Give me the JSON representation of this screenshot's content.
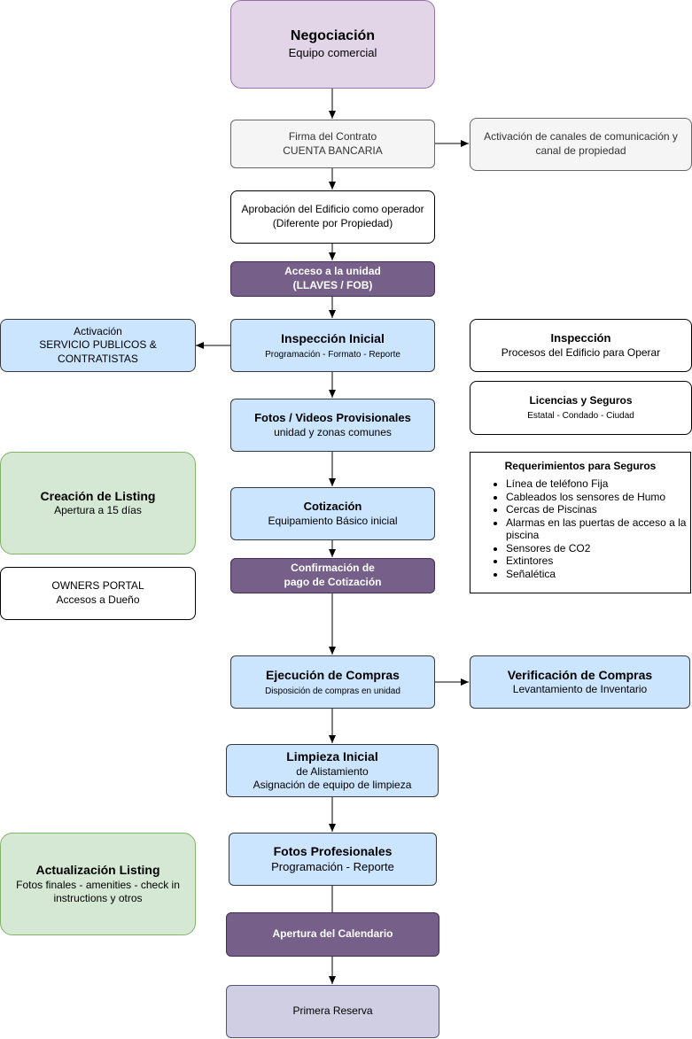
{
  "nodes": {
    "negociacion": {
      "title": "Negociación",
      "sub": "Equipo comercial"
    },
    "firma": {
      "line1": "Firma del Contrato",
      "line2": "CUENTA BANCARIA"
    },
    "activacion_canales": {
      "text": "Activación de canales de comunicación y canal de propiedad"
    },
    "aprobacion": {
      "line1": "Aprobación del Edificio como operador",
      "line2": "(Diferente por Propiedad)"
    },
    "acceso": {
      "line1": "Acceso a la unidad",
      "line2": "(LLAVES / FOB)"
    },
    "activacion_servicios": {
      "line1": "Activación",
      "line2": "SERVICIO PUBLICOS &",
      "line3": "CONTRATISTAS"
    },
    "inspeccion_inicial": {
      "title": "Inspección Inicial",
      "sub": "Programación - Formato - Reporte"
    },
    "inspeccion": {
      "title": "Inspección",
      "sub": "Procesos del Edificio para Operar"
    },
    "licencias": {
      "title": "Licencias y Seguros",
      "sub": "Estatal - Condado - Ciudad"
    },
    "fotos_provisionales": {
      "title": "Fotos / Videos Provisionales",
      "sub": "unidad y zonas comunes"
    },
    "creacion_listing": {
      "title": "Creación de Listing",
      "sub": "Apertura a 15 días"
    },
    "requerimientos": {
      "title": "Requerimientos para Seguros",
      "items": [
        "Línea de teléfono Fija",
        "Cableados los sensores de Humo",
        "Cercas de Piscinas",
        "Alarmas en las puertas de acceso a la piscina",
        "Sensores de CO2",
        "Extintores",
        "Señalética"
      ]
    },
    "cotizacion": {
      "title": "Cotización",
      "sub": "Equipamiento Básico inicial"
    },
    "confirmacion": {
      "line1": "Confirmación de",
      "line2": "pago de Cotización"
    },
    "owners_portal": {
      "line1": "OWNERS PORTAL",
      "line2": "Accesos a Dueño"
    },
    "ejecucion": {
      "title": "Ejecución de Compras",
      "sub": "Disposición de compras en unidad"
    },
    "verificacion": {
      "title": "Verificación de Compras",
      "sub": "Levantamiento de Inventario"
    },
    "limpieza": {
      "title": "Limpieza Inicial",
      "line1": "de Alistamiento",
      "line2": "Asignación de equipo de limpieza"
    },
    "fotos_profesionales": {
      "title": "Fotos Profesionales",
      "sub": "Programación - Reporte"
    },
    "actualizacion_listing": {
      "title": "Actualización Listing",
      "sub": "Fotos finales - amenities - check in instructions y otros"
    },
    "apertura_calendario": {
      "text": "Apertura del Calendario"
    },
    "primera_reserva": {
      "text": "Primera Reserva"
    }
  },
  "colors": {
    "purple_light": "#e1d5e7",
    "gray": "#f5f5f5",
    "blue": "#cce5ff",
    "dark_purple": "#76608a",
    "green": "#d5e8d4",
    "lavender": "#d0cee2"
  }
}
